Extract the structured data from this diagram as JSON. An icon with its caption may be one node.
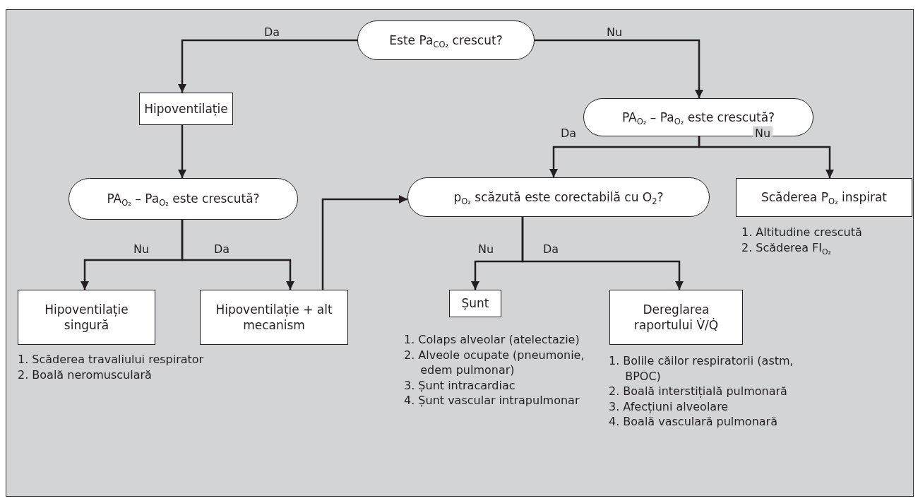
{
  "diagram": {
    "nodes": [
      {
        "text": [
          "Este Pa$_{CO₂}$ crescut?"
        ]
      },
      {
        "text": [
          "Hipoventilație"
        ]
      },
      {
        "text": [
          "PA$_{O₂}$ – Pa$_{O₂}$ este crescută?"
        ]
      },
      {
        "text": [
          "PA$_{O₂}$ – Pa$_{O₂}$ este crescută?"
        ]
      },
      {
        "text": [
          "p$_{O₂}$ scăzută este corectabilă cu O$_{2}$?"
        ]
      },
      {
        "text": [
          "Scăderea P$_{O₂}$ inspirat"
        ],
        "beside": [
          "1. Altitudine crescută",
          "2. Scăderea FI$_{O₂}$"
        ]
      },
      {
        "text": [
          "Hipoventilație singură"
        ],
        "beside": [
          "1. Scăderea travaliului respirator",
          "2. Boală neromusculară"
        ]
      },
      {
        "text": [
          "Hipoventilație + alt mecanism"
        ]
      },
      {
        "text": [
          "Șunt"
        ],
        "beside": [
          "1. Colaps alveolar (atelectazie)",
          "2. Alveole ocupate (pneumonie, edem pulmonar)",
          "3. Șunt intracardiac",
          "4. Șunt vascular intrapulmonar"
        ]
      },
      {
        "text": [
          "Dereglarea raportului V̇/Q̇"
        ],
        "beside": [
          "1. Bolile căilor respiratorii (astm, BPOC)",
          "2. Boală interstițială pulmonară",
          "3. Afecțiuni alveolare",
          "4. Boală vasculară pulmonară"
        ]
      }
    ],
    "edges": [
      {
        "from": 0,
        "to": 1,
        "arrow": "to",
        "label": "Da"
      },
      {
        "from": 0,
        "to": 2,
        "arrow": "to",
        "label": "Nu"
      },
      {
        "from": 2,
        "to": 4,
        "arrow": "to",
        "label": "Da"
      },
      {
        "from": 2,
        "to": 5,
        "arrow": "to",
        "label": "Nu"
      },
      {
        "from": 1,
        "to": 3,
        "arrow": "to"
      },
      {
        "from": 3,
        "to": 6,
        "arrow": "to",
        "label": "Nu"
      },
      {
        "from": 3,
        "to": 7,
        "arrow": "to",
        "label": "Da"
      },
      {
        "from": 7,
        "to": 4,
        "arrow": "to"
      },
      {
        "from": 4,
        "to": 8,
        "arrow": "to",
        "label": "Nu"
      },
      {
        "from": 4,
        "to": 9,
        "arrow": "to",
        "label": "Da"
      }
    ]
  }
}
